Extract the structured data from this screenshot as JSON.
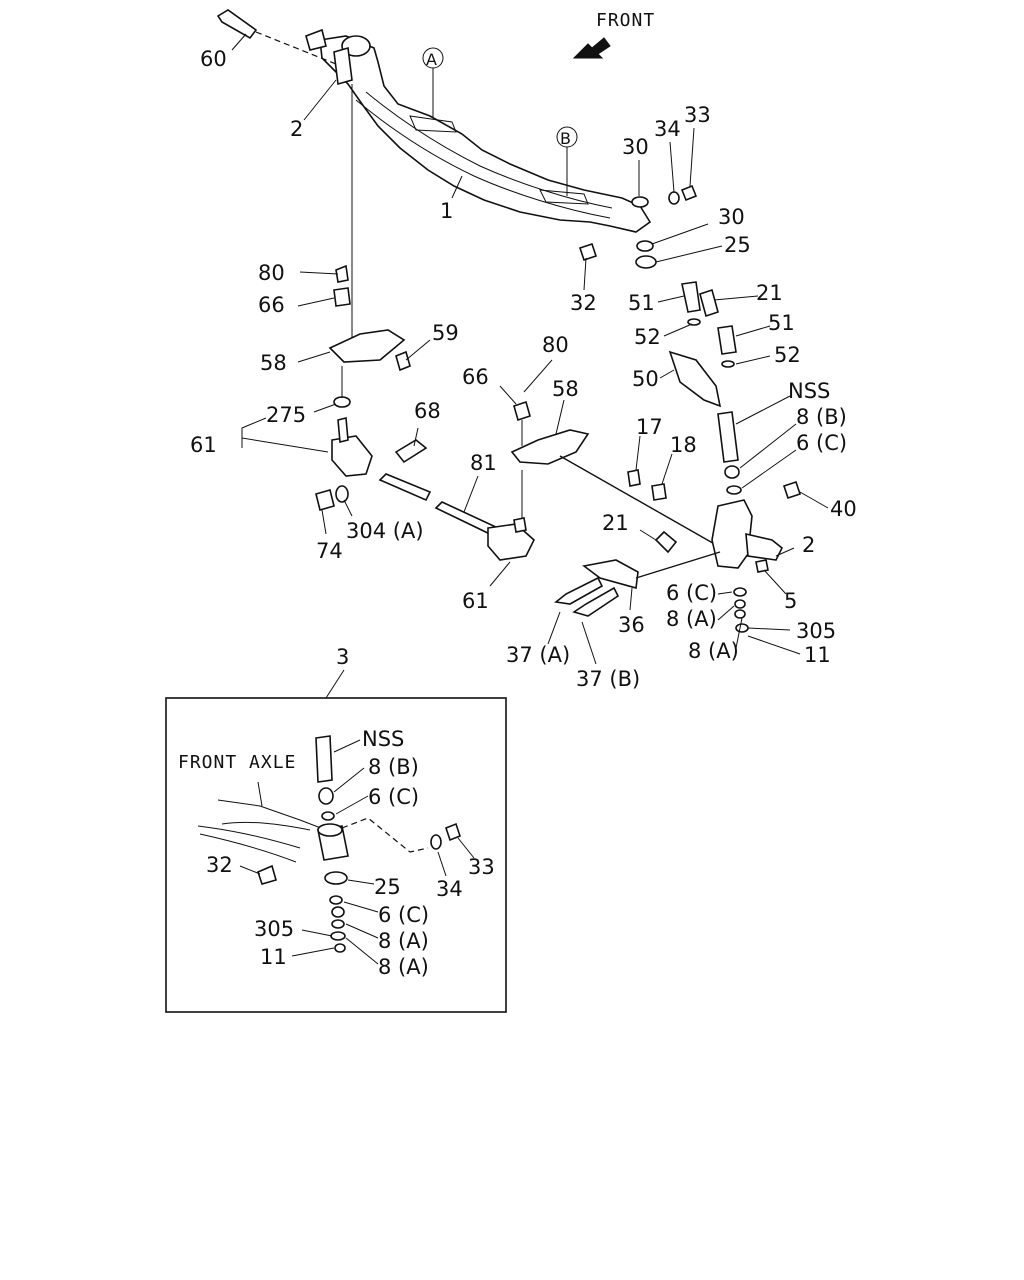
{
  "header": {
    "front_label": "FRONT"
  },
  "markers": {
    "a": "A",
    "b": "B"
  },
  "labels": {
    "l60": "60",
    "l2_top": "2",
    "l1": "1",
    "l30_a": "30",
    "l34": "34",
    "l33": "33",
    "l30_b": "30",
    "l25": "25",
    "l32": "32",
    "l80_left": "80",
    "l66_left": "66",
    "l59": "59",
    "l58_left": "58",
    "l275": "275",
    "l61_left": "61",
    "l68": "68",
    "l74": "74",
    "l304a": "304 (A)",
    "l80_mid": "80",
    "l66_mid": "66",
    "l58_mid": "58",
    "l81": "81",
    "l61_bottom": "61",
    "l51_a": "51",
    "l21_top": "21",
    "l52_a": "52",
    "l51_b": "51",
    "l52_b": "52",
    "l50": "50",
    "lnss": "NSS",
    "l8b": "8 (B)",
    "l6c_a": "6 (C)",
    "l17": "17",
    "l18": "18",
    "l40": "40",
    "l21_mid": "21",
    "l2_right": "2",
    "l5": "5",
    "l6c_b": "6 (C)",
    "l8a_a": "8 (A)",
    "l305": "305",
    "l8a_b": "8 (A)",
    "l11": "11",
    "l36": "36",
    "l37a": "37 (A)",
    "l37b": "37 (B)"
  },
  "inset": {
    "ref": "3",
    "title": "FRONT AXLE",
    "labels": {
      "nss": "NSS",
      "l8b": "8 (B)",
      "l6c_a": "6 (C)",
      "l32": "32",
      "l25": "25",
      "l34": "34",
      "l33": "33",
      "l6c_b": "6 (C)",
      "l305": "305",
      "l8a_a": "8 (A)",
      "l11": "11",
      "l8a_b": "8 (A)"
    }
  }
}
